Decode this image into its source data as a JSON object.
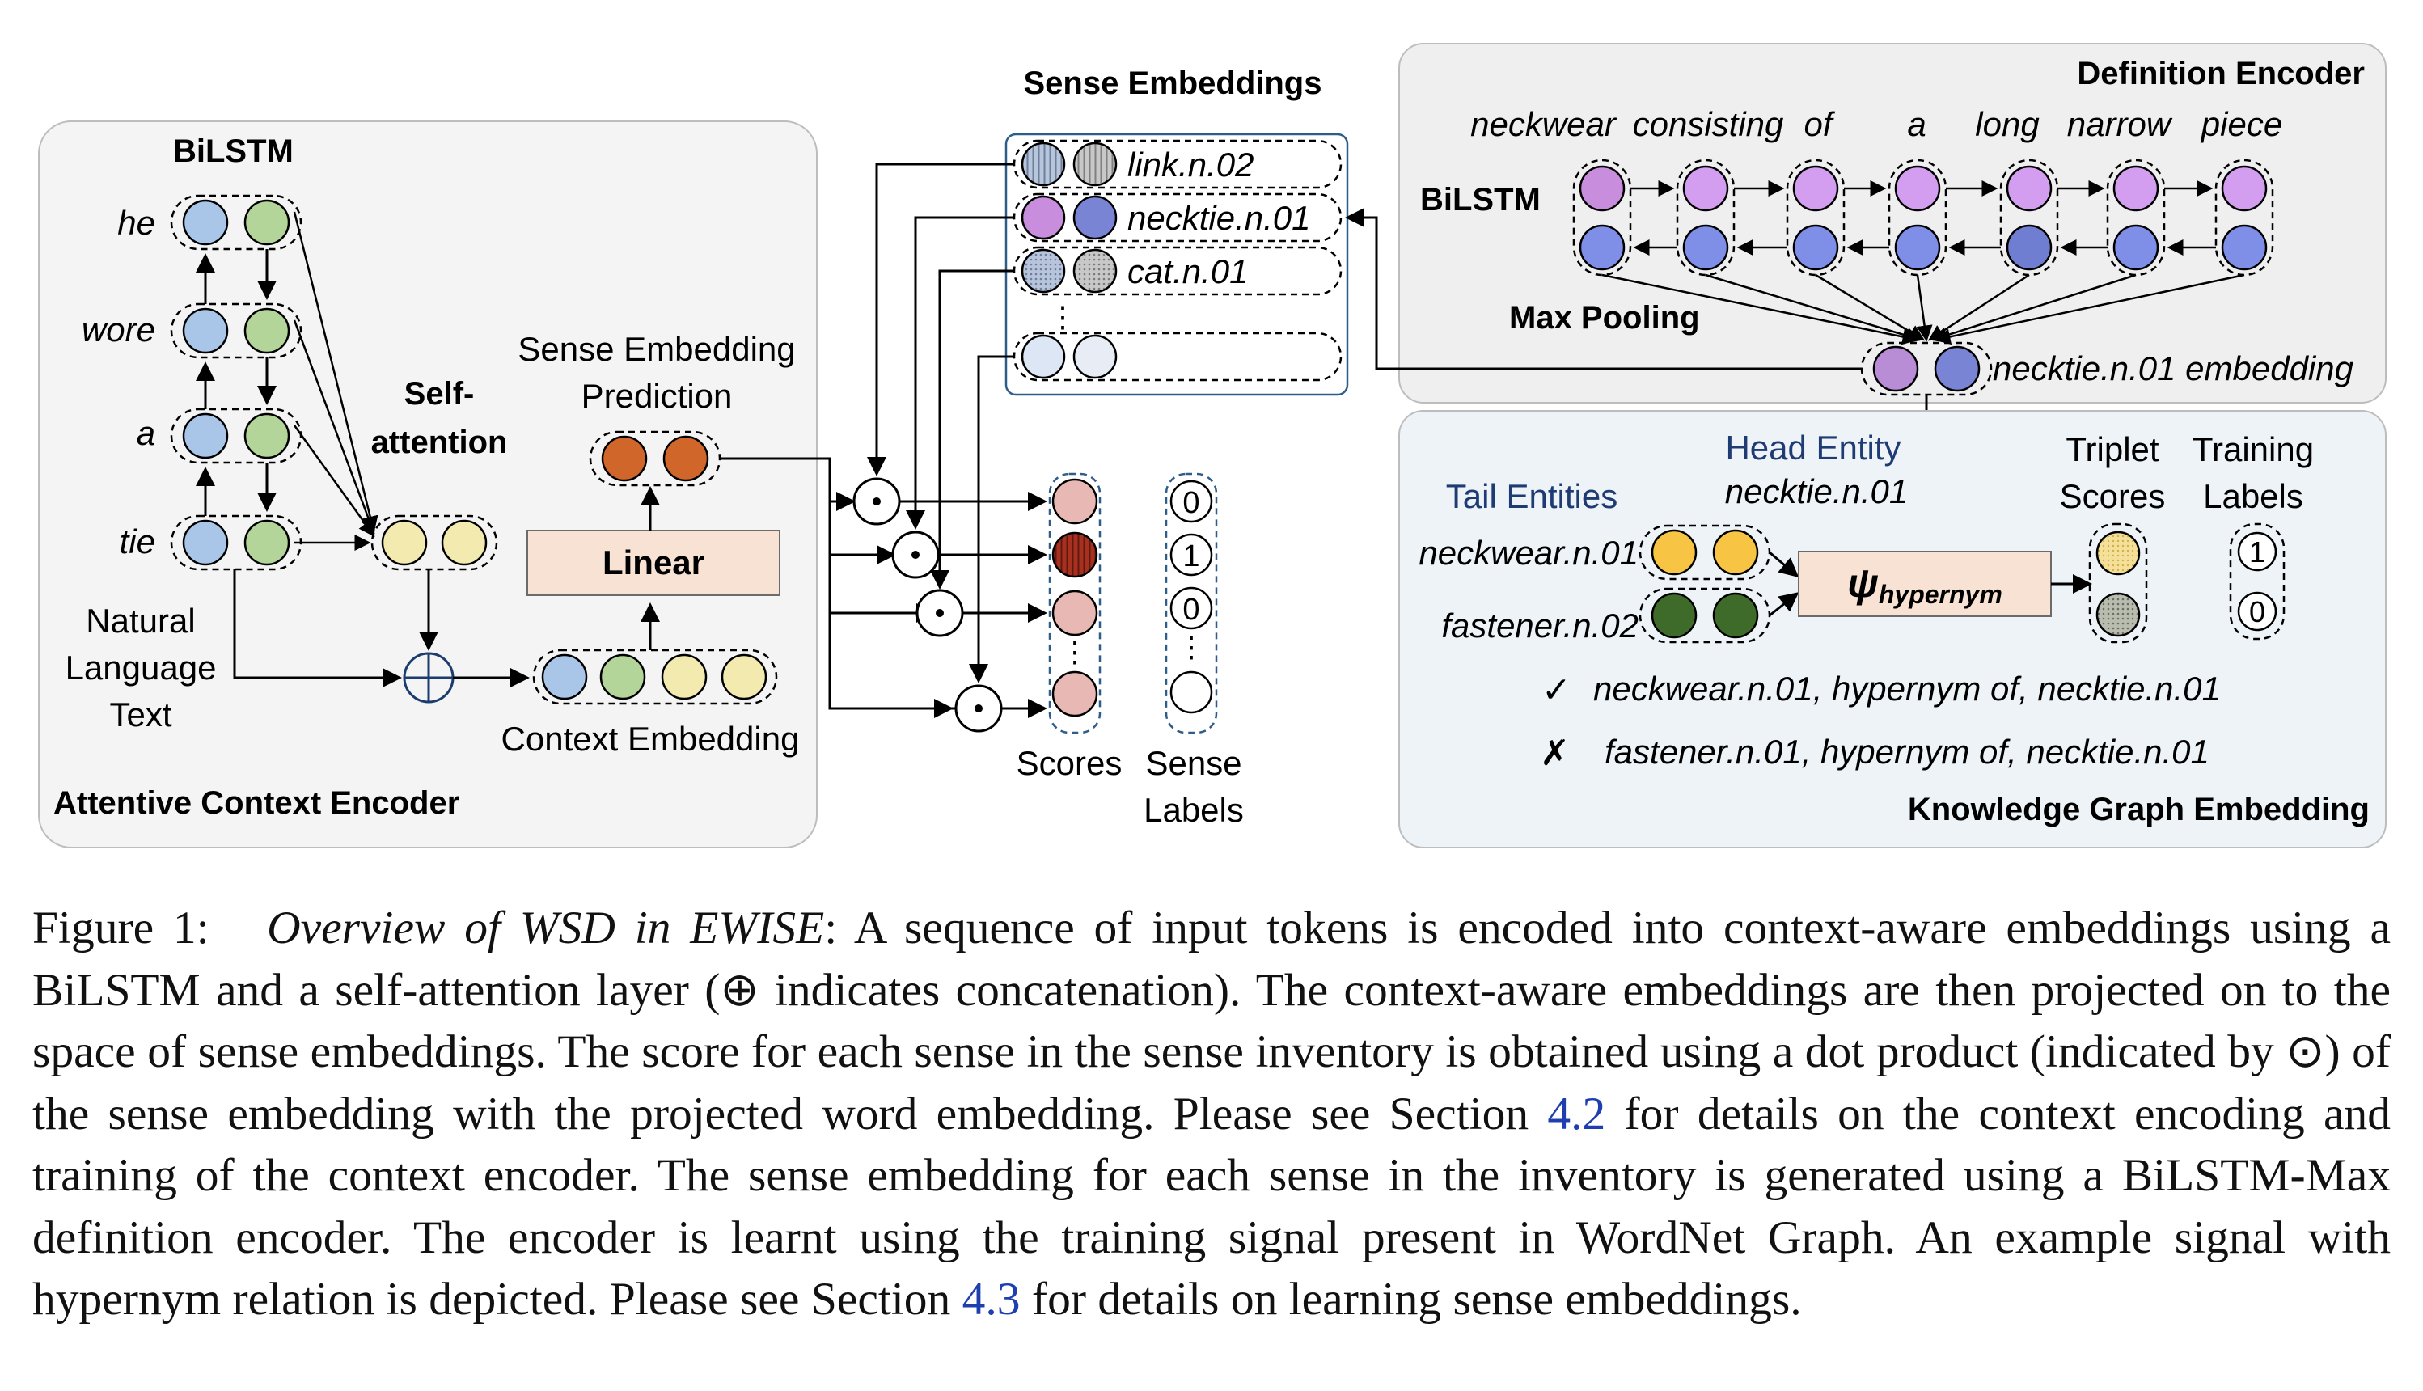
{
  "figure": {
    "context_encoder": {
      "title": "Attentive Context Encoder",
      "bilstm_label": "BiLSTM",
      "tokens": [
        "he",
        "wore",
        "a",
        "tie"
      ],
      "input_label": [
        "Natural",
        "Language",
        "Text"
      ],
      "self_attention_label": [
        "Self-",
        "attention"
      ],
      "linear_label": "Linear",
      "prediction_label": [
        "Sense Embedding",
        "Prediction"
      ],
      "context_embedding_label": "Context Embedding"
    },
    "sense_embeddings": {
      "title": "Sense Embeddings",
      "senses": [
        "link.n.02",
        "necktie.n.01",
        "cat.n.01",
        ""
      ],
      "ellipsis": "⋮"
    },
    "scores": {
      "scores_label": "Scores",
      "labels_label": [
        "Sense",
        "Labels"
      ],
      "sense_labels": [
        "0",
        "1",
        "0",
        ""
      ],
      "ellipsis": "⋮"
    },
    "definition_encoder": {
      "title": "Definition Encoder",
      "words": [
        "neckwear",
        "consisting",
        "of",
        "a",
        "long",
        "narrow",
        "piece"
      ],
      "bilstm_label": "BiLSTM",
      "max_pooling_label": "Max Pooling",
      "output_label": "necktie.n.01 embedding"
    },
    "kg_embedding": {
      "title": "Knowledge Graph Embedding",
      "tail_label": "Tail Entities",
      "head_label": "Head Entity",
      "head_value": "necktie.n.01",
      "tails": [
        "neckwear.n.01",
        "fastener.n.02"
      ],
      "psi_main": "ψ",
      "psi_sub": "hypernym",
      "triplet_label": [
        "Triplet",
        "Scores"
      ],
      "training_label": [
        "Training",
        "Labels"
      ],
      "training_values": [
        "1",
        "0"
      ],
      "example_true_mark": "✓",
      "example_true": "neckwear.n.01, hypernym of, necktie.n.01",
      "example_false_mark": "✗",
      "example_false": "fastener.n.01, hypernym of, necktie.n.01"
    },
    "dot_symbol": "⊙",
    "concat_symbol": "⊕",
    "colors": {
      "panel_bg": "#f4f4f4",
      "panel_kg_bg": "#eef3f7",
      "forward": "#a9c6e8",
      "backward": "#b3d59a",
      "attention": "#f3eab0",
      "prediction": "#d0662a",
      "linear": "#f8e2d3",
      "def_forward": "#d49ef0",
      "def_backward": "#7f8fe8",
      "yellow_entity": "#f7c543",
      "green_entity": "#3f6b2a",
      "score_pink": "#e8b8b4",
      "score_red": "#a83020",
      "border_blue": "#2f5d8a"
    }
  },
  "caption": {
    "prefix": "Figure 1:",
    "title": "Overview of WSD in EWISE",
    "text1": ": A sequence of input tokens is encoded into context-aware embeddings using a BiLSTM and a self-attention layer (⊕ indicates concatenation). The context-aware embeddings are then projected on to the space of sense embeddings. The score for each sense in the sense inventory is obtained using a dot product (indicated by ⊙) of the sense embedding with the projected word embedding. Please see Section ",
    "ref1": "4.2",
    "text2": " for details on the context encoding and training of the context encoder. The sense embedding for each sense in the inventory is generated using a BiLSTM-Max definition encoder. The encoder is learnt using the training signal present in WordNet Graph. An example signal with hypernym relation is depicted. Please see Section ",
    "ref2": "4.3",
    "text3": " for details on learning sense embeddings."
  }
}
